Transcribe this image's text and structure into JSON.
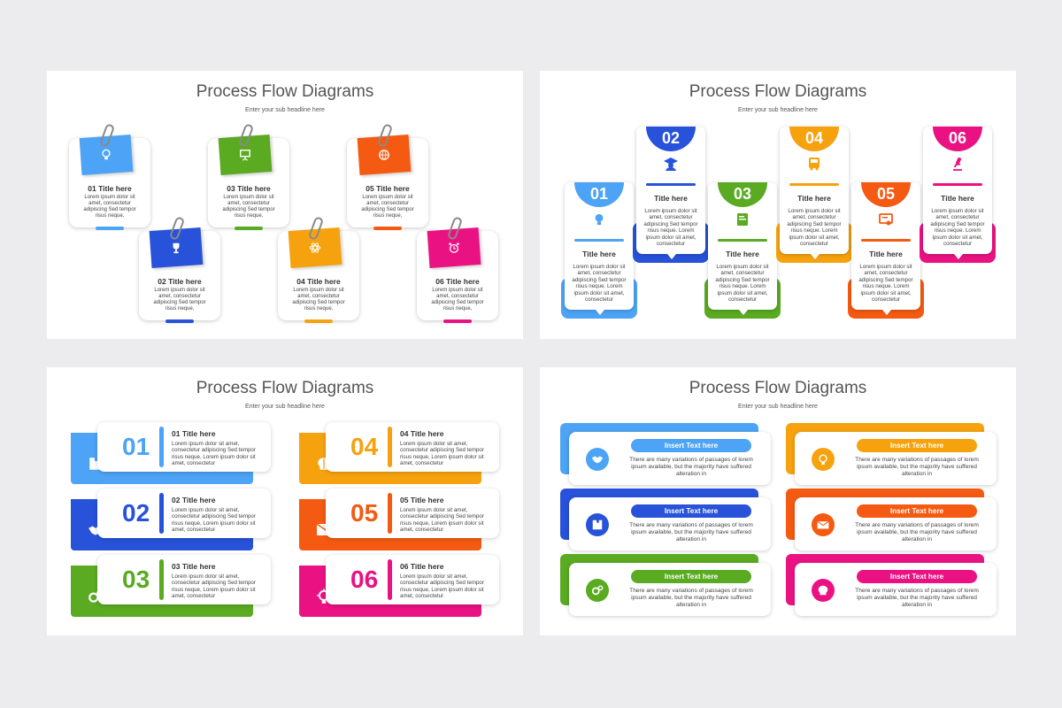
{
  "colors": {
    "light_blue": "#4da3f5",
    "blue": "#2752d9",
    "green": "#5aaa22",
    "orange": "#f6a20e",
    "red_orange": "#f45a11",
    "pink": "#ea1282",
    "title_text": "#555555"
  },
  "slides": [
    {
      "title": "Process Flow Diagrams",
      "subtitle": "Enter your sub headline here",
      "items": [
        {
          "title": "01 Title here",
          "body": "Lorem ipsum dolor sit amet, consectetur adipiscing Sed tempor risus neque,",
          "icon": "lightbulb-icon"
        },
        {
          "title": "02 Title here",
          "body": "Lorem ipsum dolor sit amet, consectetur adipiscing Sed tempor risus neque,",
          "icon": "trophy-icon"
        },
        {
          "title": "03 Title here",
          "body": "Lorem ipsum dolor sit amet, consectetur adipiscing Sed tempor risus neque,",
          "icon": "presentation-icon"
        },
        {
          "title": "04 Title here",
          "body": "Lorem ipsum dolor sit amet, consectetur adipiscing Sed tempor risus neque,",
          "icon": "atom-icon"
        },
        {
          "title": "05 Title here",
          "body": "Lorem ipsum dolor sit amet, consectetur adipiscing Sed tempor risus neque,",
          "icon": "globe-icon"
        },
        {
          "title": "06 Title here",
          "body": "Lorem ipsum dolor sit amet, consectetur adipiscing Sed tempor risus neque,",
          "icon": "alarm-clock-icon"
        }
      ]
    },
    {
      "title": "Process Flow Diagrams",
      "subtitle": "Enter your sub headline here",
      "items": [
        {
          "number": "01",
          "title": "Title here",
          "body": "Lorem ipsum dolor sit amet, consectetur adipiscing Sed tempor risus neque. Lorem ipsum dolor sit amet, consectetur",
          "icon": "lightbulb-icon"
        },
        {
          "number": "02",
          "title": "Title here",
          "body": "Lorem ipsum dolor sit amet, consectetur adipiscing Sed tempor risus neque. Lorem ipsum dolor sit amet, consectetur",
          "icon": "graduate-icon"
        },
        {
          "number": "03",
          "title": "Title here",
          "body": "Lorem ipsum dolor sit amet, consectetur adipiscing Sed tempor risus neque. Lorem ipsum dolor sit amet, consectetur",
          "icon": "book-icon"
        },
        {
          "number": "04",
          "title": "Title here",
          "body": "Lorem ipsum dolor sit amet, consectetur adipiscing Sed tempor risus neque. Lorem ipsum dolor sit amet, consectetur",
          "icon": "bus-icon"
        },
        {
          "number": "05",
          "title": "Title here",
          "body": "Lorem ipsum dolor sit amet, consectetur adipiscing Sed tempor risus neque. Lorem ipsum dolor sit amet, consectetur",
          "icon": "certificate-icon"
        },
        {
          "number": "06",
          "title": "Title here",
          "body": "Lorem ipsum dolor sit amet, consectetur adipiscing Sed tempor risus neque. Lorem ipsum dolor sit amet, consectetur",
          "icon": "microscope-icon"
        }
      ]
    },
    {
      "title": "Process Flow Diagrams",
      "subtitle": "Enter your sub headline here",
      "items": [
        {
          "number": "01",
          "title": "01 Title here",
          "body": "Lorem ipsum dolor sit amet, consectetur adipiscing Sed tempor risus neque, Lorem ipsum dolor sit amet, consectetur",
          "icon": "puzzle-icon"
        },
        {
          "number": "02",
          "title": "02 Title here",
          "body": "Lorem ipsum dolor sit amet, consectetur adipiscing Sed tempor risus neque, Lorem ipsum dolor sit amet, consectetur",
          "icon": "handshake-icon"
        },
        {
          "number": "03",
          "title": "03 Title here",
          "body": "Lorem ipsum dolor sit amet, consectetur adipiscing Sed tempor risus neque, Lorem ipsum dolor sit amet, consectetur",
          "icon": "gears-icon"
        },
        {
          "number": "04",
          "title": "04 Title here",
          "body": "Lorem ipsum dolor sit amet, consectetur adipiscing Sed tempor risus neque, Lorem ipsum dolor sit amet, consectetur",
          "icon": "brain-icon"
        },
        {
          "number": "05",
          "title": "05 Title here",
          "body": "Lorem ipsum dolor sit amet, consectetur adipiscing Sed tempor risus neque, Lorem ipsum dolor sit amet, consectetur",
          "icon": "envelope-icon"
        },
        {
          "number": "06",
          "title": "06 Title here",
          "body": "Lorem ipsum dolor sit amet, consectetur adipiscing Sed tempor risus neque, Lorem ipsum dolor sit amet, consectetur",
          "icon": "idea-icon"
        }
      ]
    },
    {
      "title": "Process Flow Diagrams",
      "subtitle": "Enter your sub headline here",
      "items": [
        {
          "pill": "Insert Text here",
          "body": "There are many variations of passages of lorem ipsum available, but the majority have suffered alteration in",
          "icon": "handshake-icon"
        },
        {
          "pill": "Insert Text here",
          "body": "There are many variations of passages of lorem ipsum available, but the majority have suffered alteration in",
          "icon": "puzzle-icon"
        },
        {
          "pill": "Insert Text here",
          "body": "There are many variations of passages of lorem ipsum available, but the majority have suffered alteration in",
          "icon": "gears-icon"
        },
        {
          "pill": "Insert Text here",
          "body": "There are many variations of passages of lorem ipsum available, but the majority have suffered alteration in",
          "icon": "idea-icon"
        },
        {
          "pill": "Insert Text here",
          "body": "There are many variations of passages of lorem ipsum available, but the majority have suffered alteration in",
          "icon": "envelope-icon"
        },
        {
          "pill": "Insert Text here",
          "body": "There are many variations of passages of lorem ipsum available, but the majority have suffered alteration in",
          "icon": "brain-icon"
        }
      ]
    }
  ]
}
